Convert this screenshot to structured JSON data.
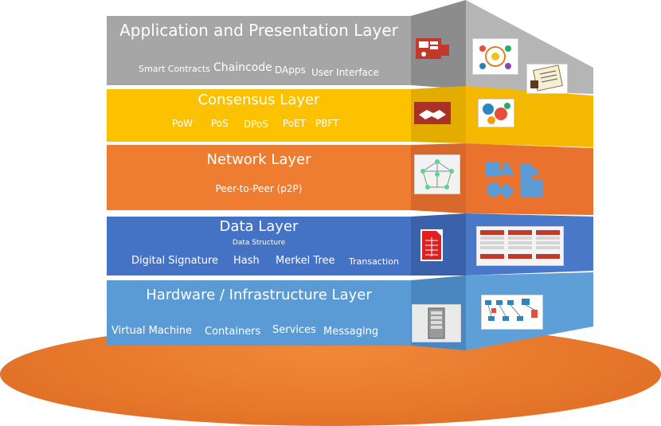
{
  "layers": {
    "application": {
      "title": "Application and Presentation Layer",
      "items": [
        "Smart Contracts",
        "Chaincode",
        "DApps",
        "User Interface"
      ]
    },
    "consensus": {
      "title": "Consensus Layer",
      "items": [
        "PoW",
        "PoS",
        "DPoS",
        "PoET",
        "PBFT"
      ]
    },
    "network": {
      "title": "Network Layer",
      "items": [
        "Peer-to-Peer  (p2P)"
      ]
    },
    "data": {
      "title": "Data Layer",
      "subtitle": "Data Structure",
      "items": [
        "Digital Signature",
        "Hash",
        "Merkel Tree",
        "Transaction"
      ]
    },
    "hardware": {
      "title": "Hardware / Infrastructure Layer",
      "items": [
        "Virtual Machine",
        "Containers",
        "Services",
        "Messaging"
      ]
    }
  },
  "colors": {
    "application": "#a6a6a6",
    "consensus": "#fcc200",
    "network": "#ef7d31",
    "data": "#4472c4",
    "hardware": "#5b9bd5",
    "base": "#e6762a"
  },
  "icons": {
    "application": [
      "server-stack-icon",
      "social-network-icon",
      "contract-document-icon"
    ],
    "consensus": [
      "handshake-icon",
      "gears-icon"
    ],
    "network": [
      "peer-network-icon",
      "puzzle-shapes-icon"
    ],
    "data": [
      "spreadsheet-icon",
      "block-chain-table-icon"
    ],
    "hardware": [
      "server-tower-icon",
      "infrastructure-diagram-icon"
    ]
  }
}
